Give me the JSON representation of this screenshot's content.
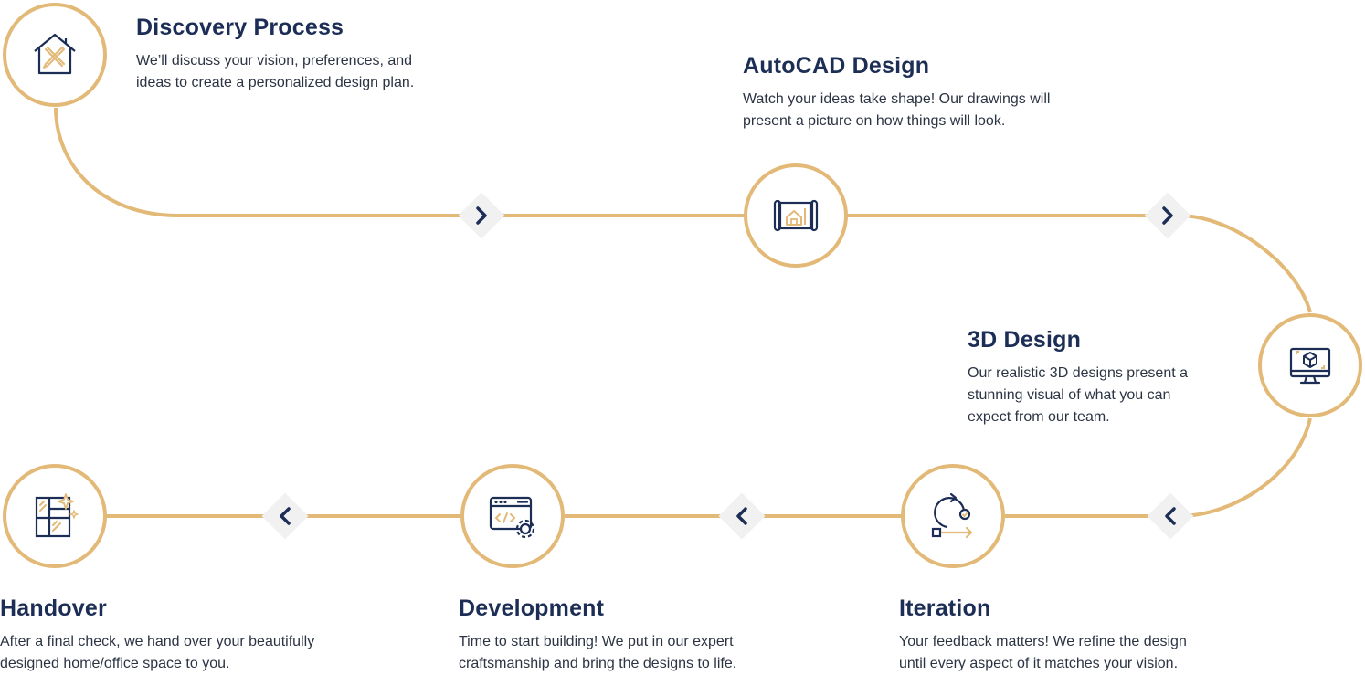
{
  "colors": {
    "accent": "#e3b978",
    "navy": "#1c2e55",
    "text": "#2c3444",
    "arrow_bg": "#f1f1f1"
  },
  "steps": [
    {
      "title": "Discovery Process",
      "line1": "We’ll discuss your vision, preferences, and",
      "line2": "ideas to create a personalized design plan.",
      "icon": "house-tools-icon"
    },
    {
      "title": "AutoCAD Design",
      "line1": "Watch your ideas take shape! Our drawings will",
      "line2": "present a picture on how things will look.",
      "icon": "blueprint-icon"
    },
    {
      "title": "3D Design",
      "line1": "Our realistic 3D designs present a",
      "line2": "stunning visual of what you can",
      "line3": "expect from our team.",
      "icon": "monitor-cube-icon"
    },
    {
      "title": "Iteration",
      "line1": "Your feedback matters! We refine the design",
      "line2": "until every aspect of it matches your vision.",
      "icon": "iteration-cycle-icon"
    },
    {
      "title": "Development",
      "line1": "Time to start building! We put in our expert",
      "line2": "craftsmanship and bring the designs to life.",
      "icon": "code-gear-icon"
    },
    {
      "title": "Handover",
      "line1": "After a final check, we hand over your beautifully",
      "line2": "designed home/office space to you.",
      "icon": "sparkling-window-icon"
    }
  ]
}
